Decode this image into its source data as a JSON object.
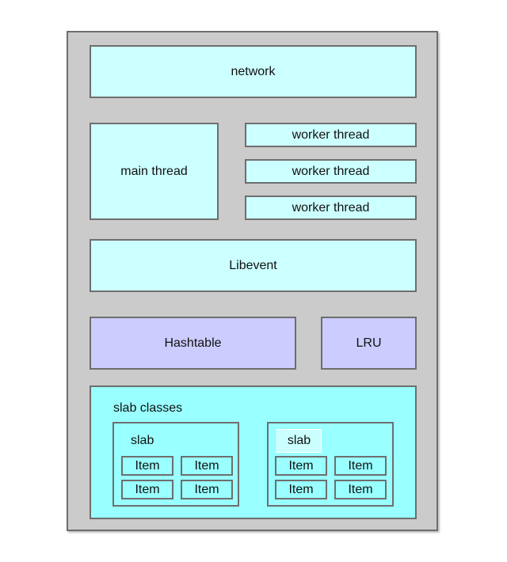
{
  "diagram": {
    "network": "network",
    "main_thread": "main thread",
    "worker_threads": [
      "worker thread",
      "worker thread",
      "worker thread"
    ],
    "libevent": "Libevent",
    "hashtable": "Hashtable",
    "lru": "LRU",
    "slab_classes": {
      "title": "slab classes",
      "slabs": [
        {
          "title": "slab",
          "items": [
            "Item",
            "Item",
            "Item",
            "Item"
          ]
        },
        {
          "title": "slab",
          "items": [
            "Item",
            "Item",
            "Item",
            "Item"
          ]
        }
      ]
    }
  },
  "colors": {
    "frame": "#cbcbcb",
    "thread_box": "#ccffff",
    "index_box": "#ccccff",
    "slab_area": "#99ffff",
    "border": "#6e6e6e"
  }
}
